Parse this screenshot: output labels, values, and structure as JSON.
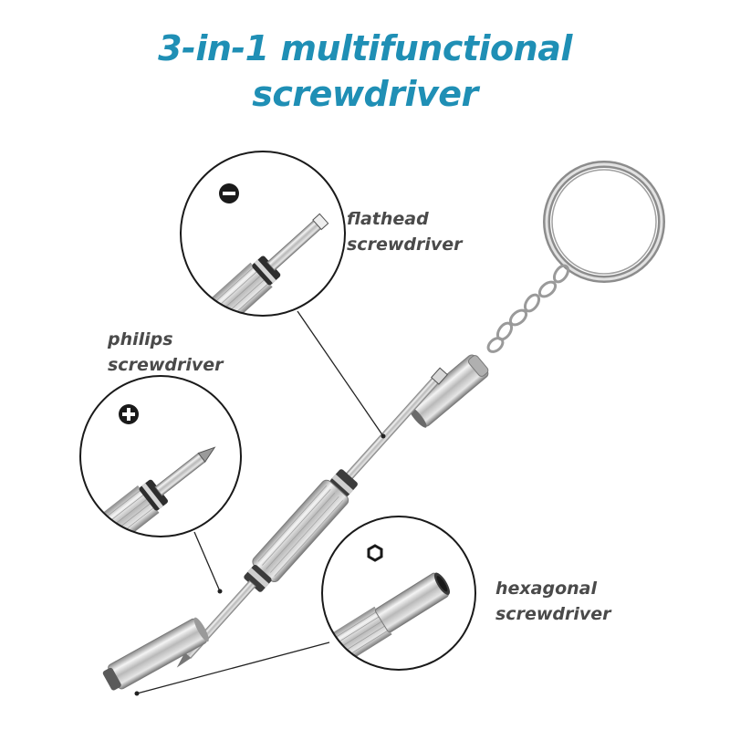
{
  "title": {
    "line1": "3-in-1 multifunctional",
    "line2": "screwdriver"
  },
  "colors": {
    "title": "#1f8fb5",
    "label": "#4a4a4a",
    "metal": "#c8c8c8"
  },
  "labels": {
    "flathead": {
      "line1": "flathead",
      "line2": "screwdriver",
      "icon": "minus-circle-icon"
    },
    "philips": {
      "line1": "philips",
      "line2": "screwdriver",
      "icon": "plus-circle-icon"
    },
    "hexagonal": {
      "line1": "hexagonal",
      "line2": "screwdriver",
      "icon": "hexagon-icon"
    }
  }
}
